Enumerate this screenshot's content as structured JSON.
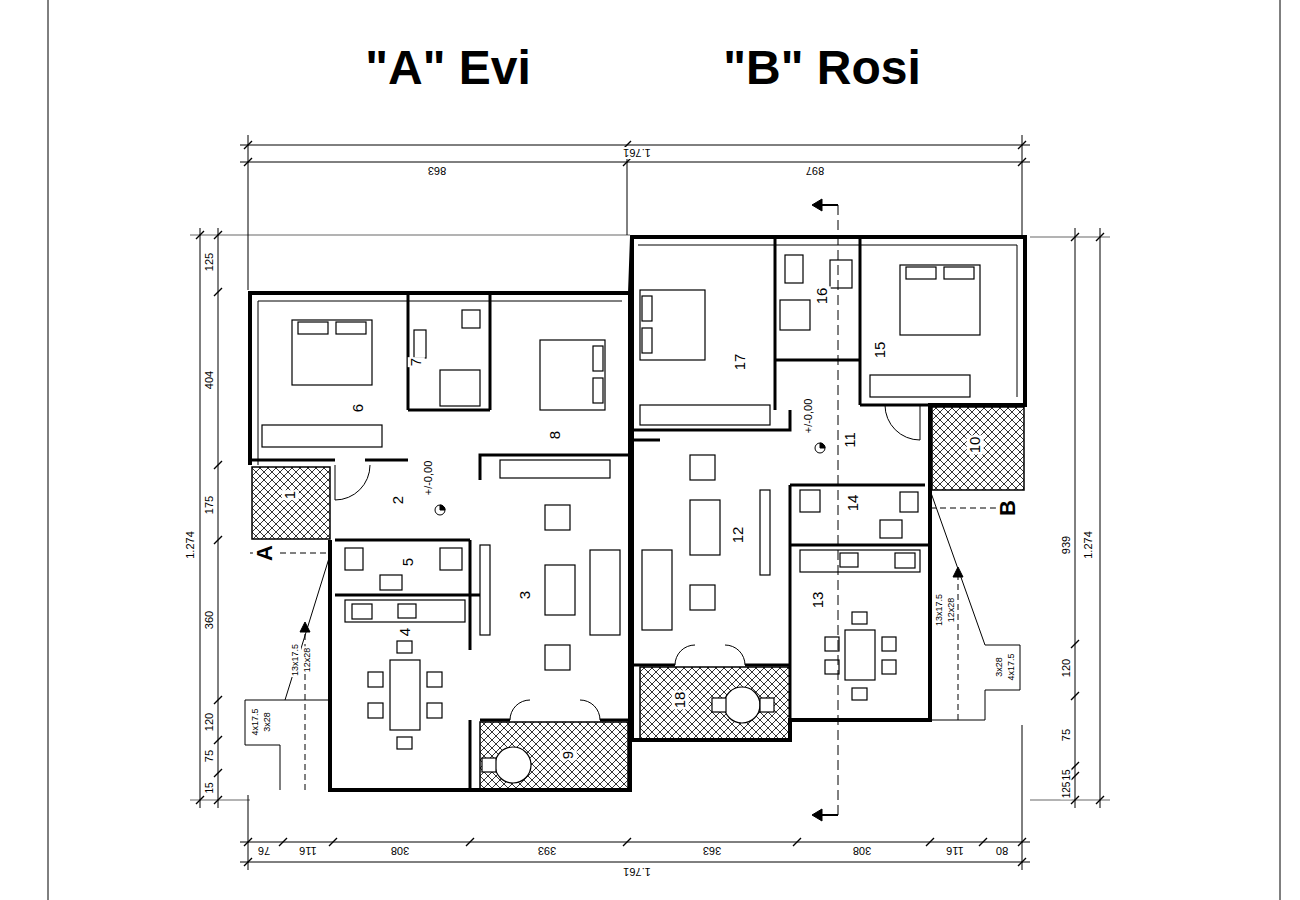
{
  "diagram": {
    "labels": [
      "\"A\" Evi",
      "\"B\" Rosi",
      "1.761",
      "863",
      "897",
      "125",
      "404",
      "175",
      "360",
      "120",
      "75",
      "15",
      "1.274",
      "939",
      "1.274",
      "120",
      "75",
      "15",
      "125",
      "76",
      "116",
      "308",
      "393",
      "363",
      "308",
      "116",
      "80",
      "1.761",
      "1",
      "2",
      "3",
      "4",
      "5",
      "6",
      "7",
      "8",
      "9",
      "10",
      "11",
      "12",
      "13",
      "14",
      "15",
      "16",
      "17",
      "18",
      "+/-0,00",
      "+/-0,00",
      "A",
      "B",
      "13x17.5",
      "12x28",
      "4x17.5",
      "3x28",
      "13x17.5",
      "12x28",
      "4x17.5",
      "3x28"
    ]
  }
}
